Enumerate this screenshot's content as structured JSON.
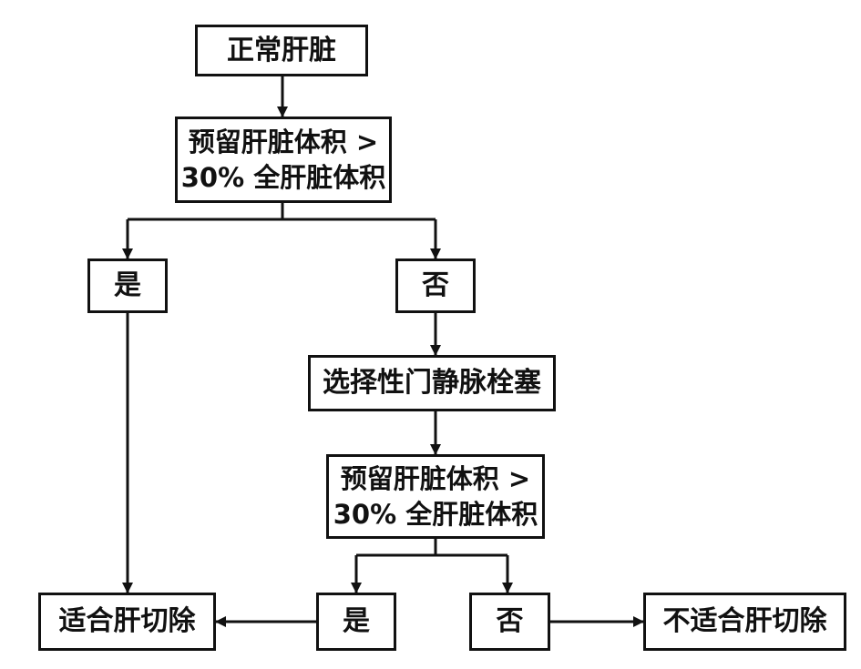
{
  "nodes": {
    "start": "正常肝脏",
    "check1_line1": "预留肝脏体积 >",
    "check1_line2": "30% 全肝脏体积",
    "yes1": "是",
    "no1": "否",
    "pve": "选择性门静脉栓塞",
    "check2_line1": "预留肝脏体积 >",
    "check2_line2": "30% 全肝脏体积",
    "yes2": "是",
    "no2": "否",
    "suitable": "适合肝切除",
    "unsuitable": "不适合肝切除"
  }
}
